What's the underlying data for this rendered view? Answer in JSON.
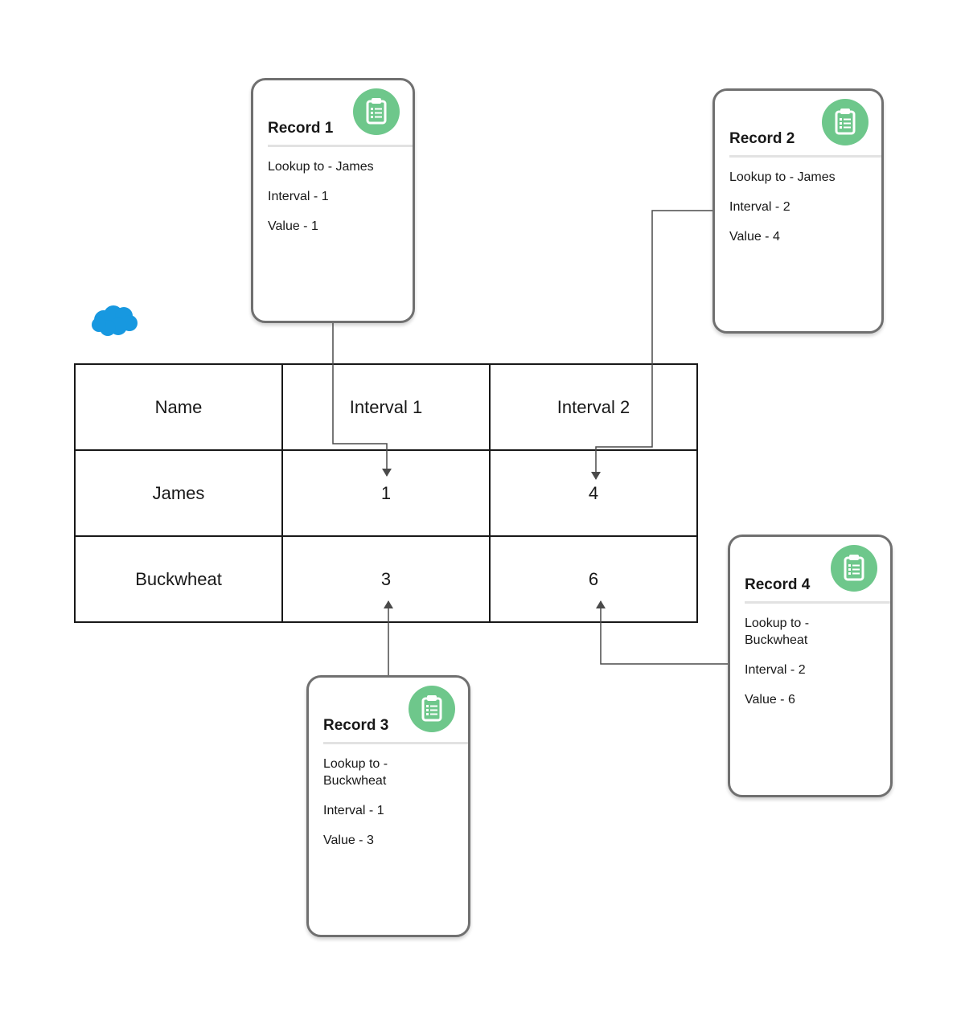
{
  "icons": {
    "brand": "cloud-logo",
    "record": "clipboard-list-icon"
  },
  "colors": {
    "brand_blue": "#1798e0",
    "record_icon_green": "#6ec78b",
    "card_border": "#707070",
    "connector": "#4a4a4a"
  },
  "table": {
    "headers": [
      "Name",
      "Interval 1",
      "Interval 2"
    ],
    "rows": [
      {
        "name": "James",
        "interval_1": "1",
        "interval_2": "4"
      },
      {
        "name": "Buckwheat",
        "interval_1": "3",
        "interval_2": "6"
      }
    ]
  },
  "records": [
    {
      "title": "Record 1",
      "lookup": "Lookup to - James",
      "interval": "Interval - 1",
      "value": "Value - 1",
      "points_to": "James / Interval 1"
    },
    {
      "title": "Record 2",
      "lookup": "Lookup to - James",
      "interval": "Interval - 2",
      "value": "Value - 4",
      "points_to": "James / Interval 2"
    },
    {
      "title": "Record 3",
      "lookup": "Lookup to - Buckwheat",
      "interval": "Interval - 1",
      "value": "Value - 3",
      "points_to": "Buckwheat / Interval 1"
    },
    {
      "title": "Record 4",
      "lookup": "Lookup to - Buckwheat",
      "interval": "Interval - 2",
      "value": "Value - 6",
      "points_to": "Buckwheat / Interval 2"
    }
  ]
}
